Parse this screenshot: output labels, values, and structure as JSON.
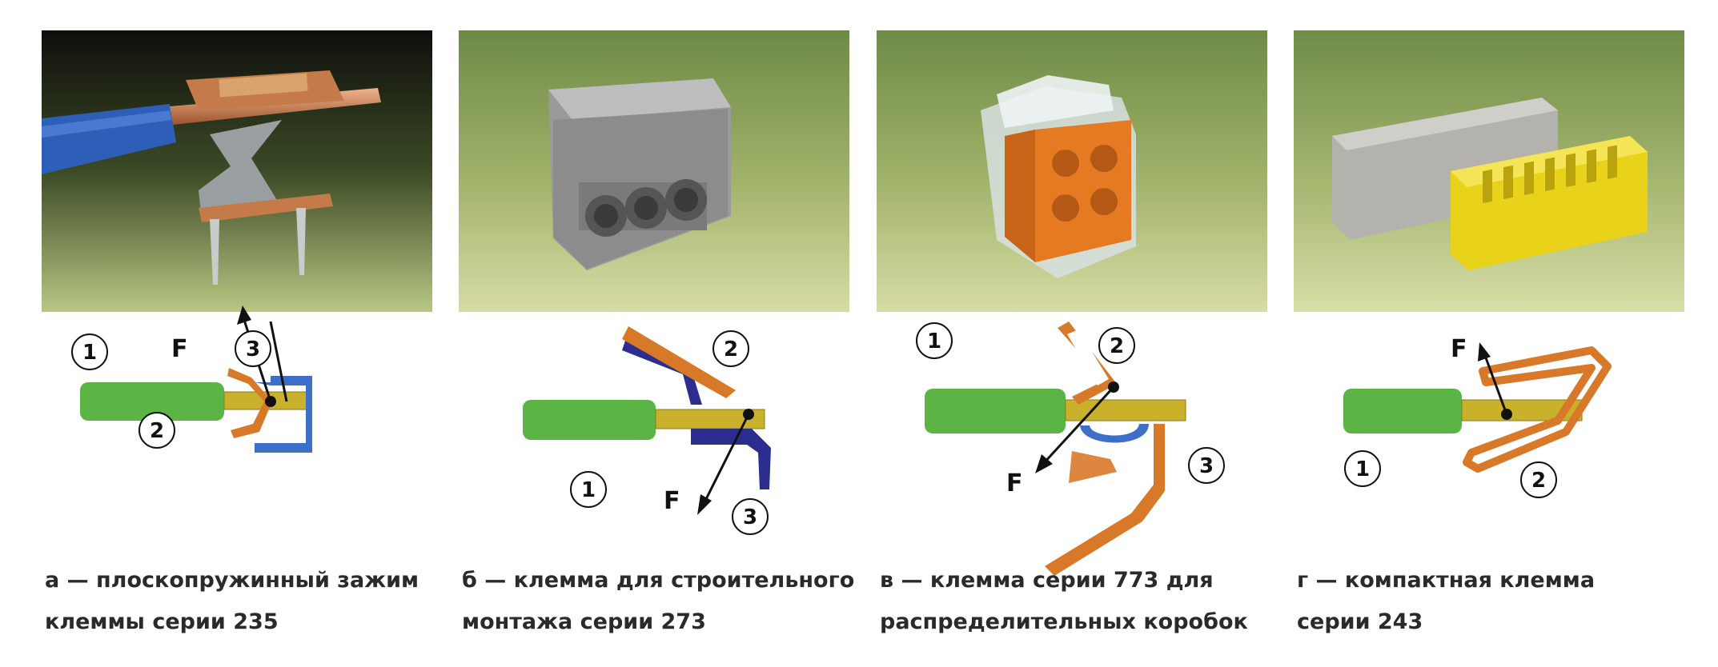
{
  "panels": [
    {
      "id": "a",
      "caption_line1": "а — плоскопружинный зажим",
      "caption_line2": "клеммы серии 235",
      "labels": {
        "n1": "1",
        "n2": "2",
        "n3": "3",
        "force": "F"
      }
    },
    {
      "id": "b",
      "caption_line1": "б — клемма для строительного",
      "caption_line2": "монтажа серии 273",
      "labels": {
        "n1": "1",
        "n2": "2",
        "n3": "3",
        "force": "F"
      }
    },
    {
      "id": "v",
      "caption_line1": "в — клемма серии 773 для",
      "caption_line2": "распределительных коробок",
      "labels": {
        "n1": "1",
        "n2": "2",
        "n3": "3",
        "force": "F"
      }
    },
    {
      "id": "g",
      "caption_line1": "г — компактная клемма",
      "caption_line2": "серии 243",
      "labels": {
        "n1": "1",
        "n2": "2",
        "force": "F"
      }
    }
  ],
  "colors": {
    "insulation_green": "#5bb544",
    "conductor_yellow": "#c9b12c",
    "spring_orange": "#d8792a",
    "busbar_blue": "#3d6fc9",
    "busbar_navy": "#2b2e8e"
  }
}
